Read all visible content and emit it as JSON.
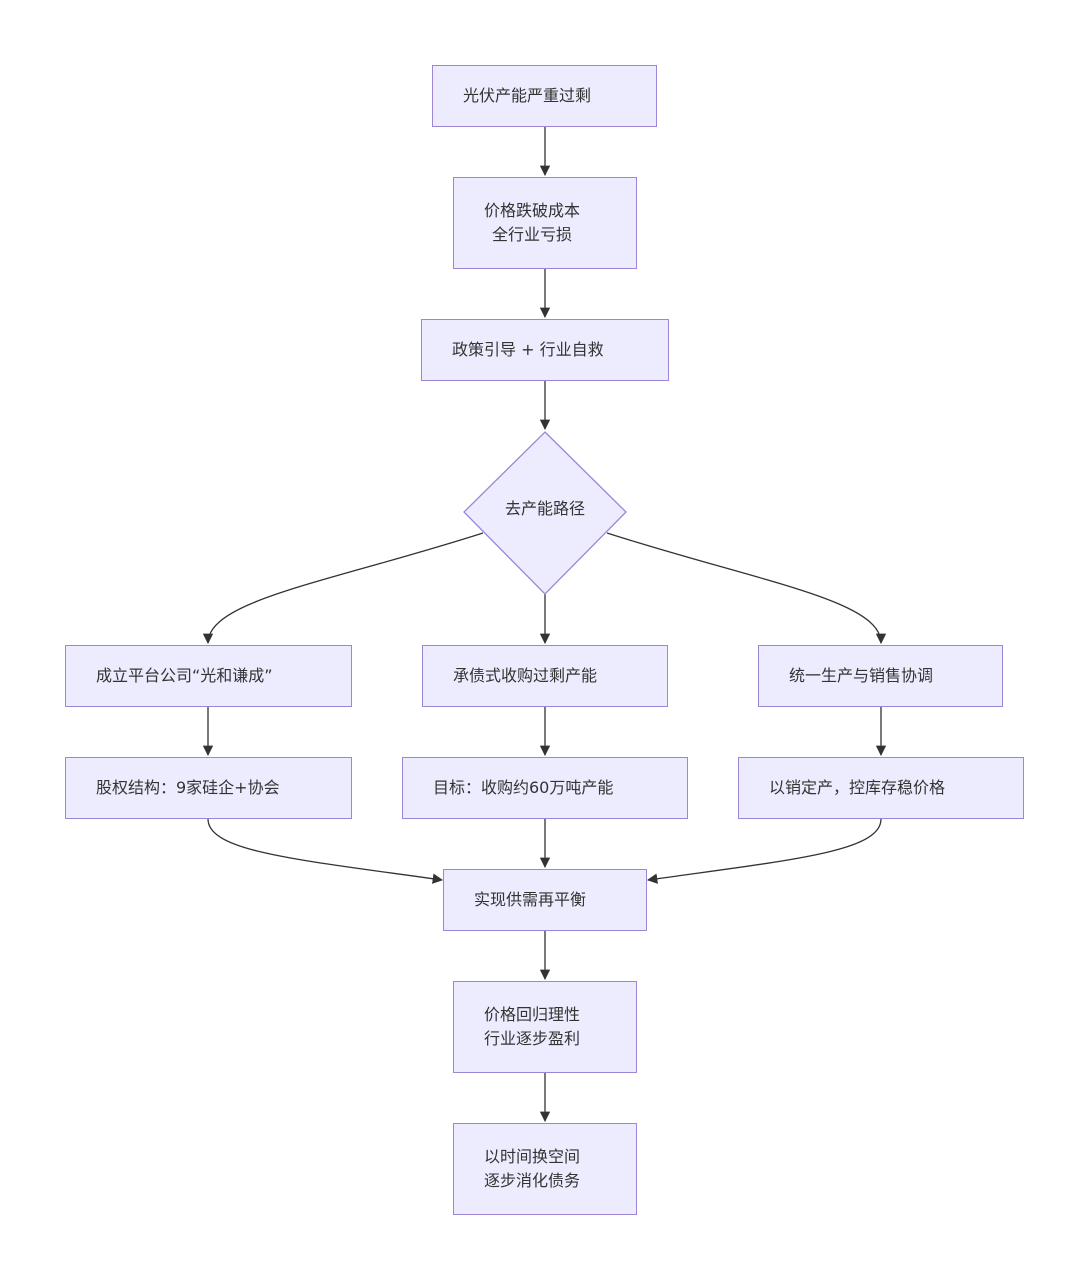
{
  "nodes": {
    "overcapacity": "光伏产能严重过剩",
    "price_below_cost": [
      "价格跌破成本",
      "全行业亏损"
    ],
    "policy_selfrescue": "政策引导 + 行业自救",
    "decision_path": "去产能路径",
    "platform_company": "成立平台公司“光和谦成”",
    "debt_acquisition": "承债式收购过剩产能",
    "unified_coordination": "统一生产与销售协调",
    "equity_structure": "股权结构：9家硅企+协会",
    "target_acquire": "目标：收购约60万吨产能",
    "sales_based_production": "以销定产，控库存稳价格",
    "rebalance": "实现供需再平衡",
    "price_rational": [
      "价格回归理性",
      "行业逐步盈利"
    ],
    "time_for_space": [
      "以时间换空间",
      "逐步消化债务"
    ]
  },
  "colors": {
    "node_fill": "#ececfe",
    "node_border": "#9b87d6",
    "edge": "#333333",
    "text": "#333333"
  }
}
